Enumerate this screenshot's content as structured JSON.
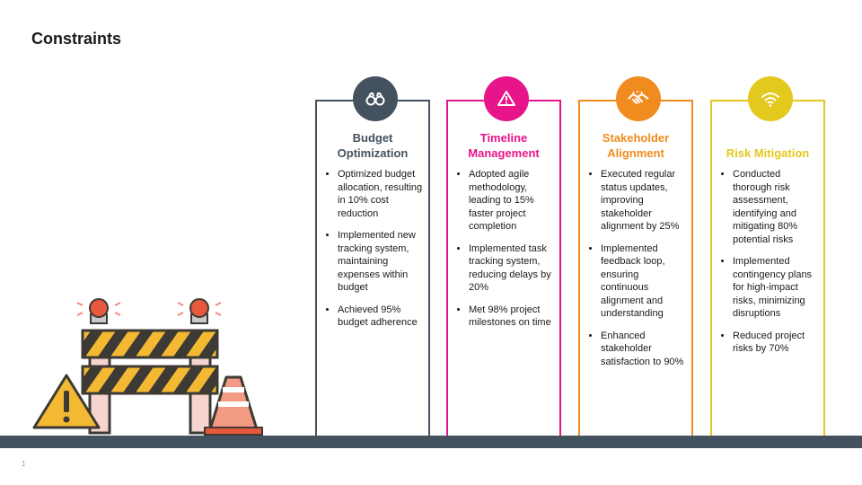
{
  "page": {
    "title": "Constraints",
    "slide_number": "1"
  },
  "colors": {
    "budget": "#44525f",
    "timeline": "#e8158a",
    "stakeholder": "#f08c1f",
    "risk": "#e3c81d"
  },
  "cards": [
    {
      "key": "budget",
      "icon": "binoculars-icon",
      "title_lines": [
        "Budget",
        "Optimization"
      ],
      "bullets": [
        "Optimized budget allocation, resulting in 10% cost reduction",
        "Implemented new tracking system, maintaining expenses within budget",
        "Achieved 95% budget adherence"
      ]
    },
    {
      "key": "timeline",
      "icon": "warning-icon",
      "title_lines": [
        "Timeline",
        "Management"
      ],
      "bullets": [
        "Adopted agile methodology, leading to 15% faster project completion",
        "Implemented task tracking system, reducing delays by 20%",
        "Met 98% project milestones on time"
      ]
    },
    {
      "key": "stakeholder",
      "icon": "handshake-icon",
      "title_lines": [
        "Stakeholder",
        "Alignment"
      ],
      "bullets": [
        "Executed regular status updates, improving stakeholder alignment by 25%",
        "Implemented feedback loop, ensuring continuous alignment and understanding",
        "Enhanced stakeholder satisfaction to 90%"
      ]
    },
    {
      "key": "risk",
      "icon": "wifi-icon",
      "title_lines": [
        "",
        "Risk Mitigation"
      ],
      "bullets": [
        "Conducted thorough risk assessment, identifying and mitigating 80% potential risks",
        "Implemented contingency plans for high-impact risks, minimizing disruptions",
        "Reduced project risks by 70%"
      ]
    }
  ]
}
